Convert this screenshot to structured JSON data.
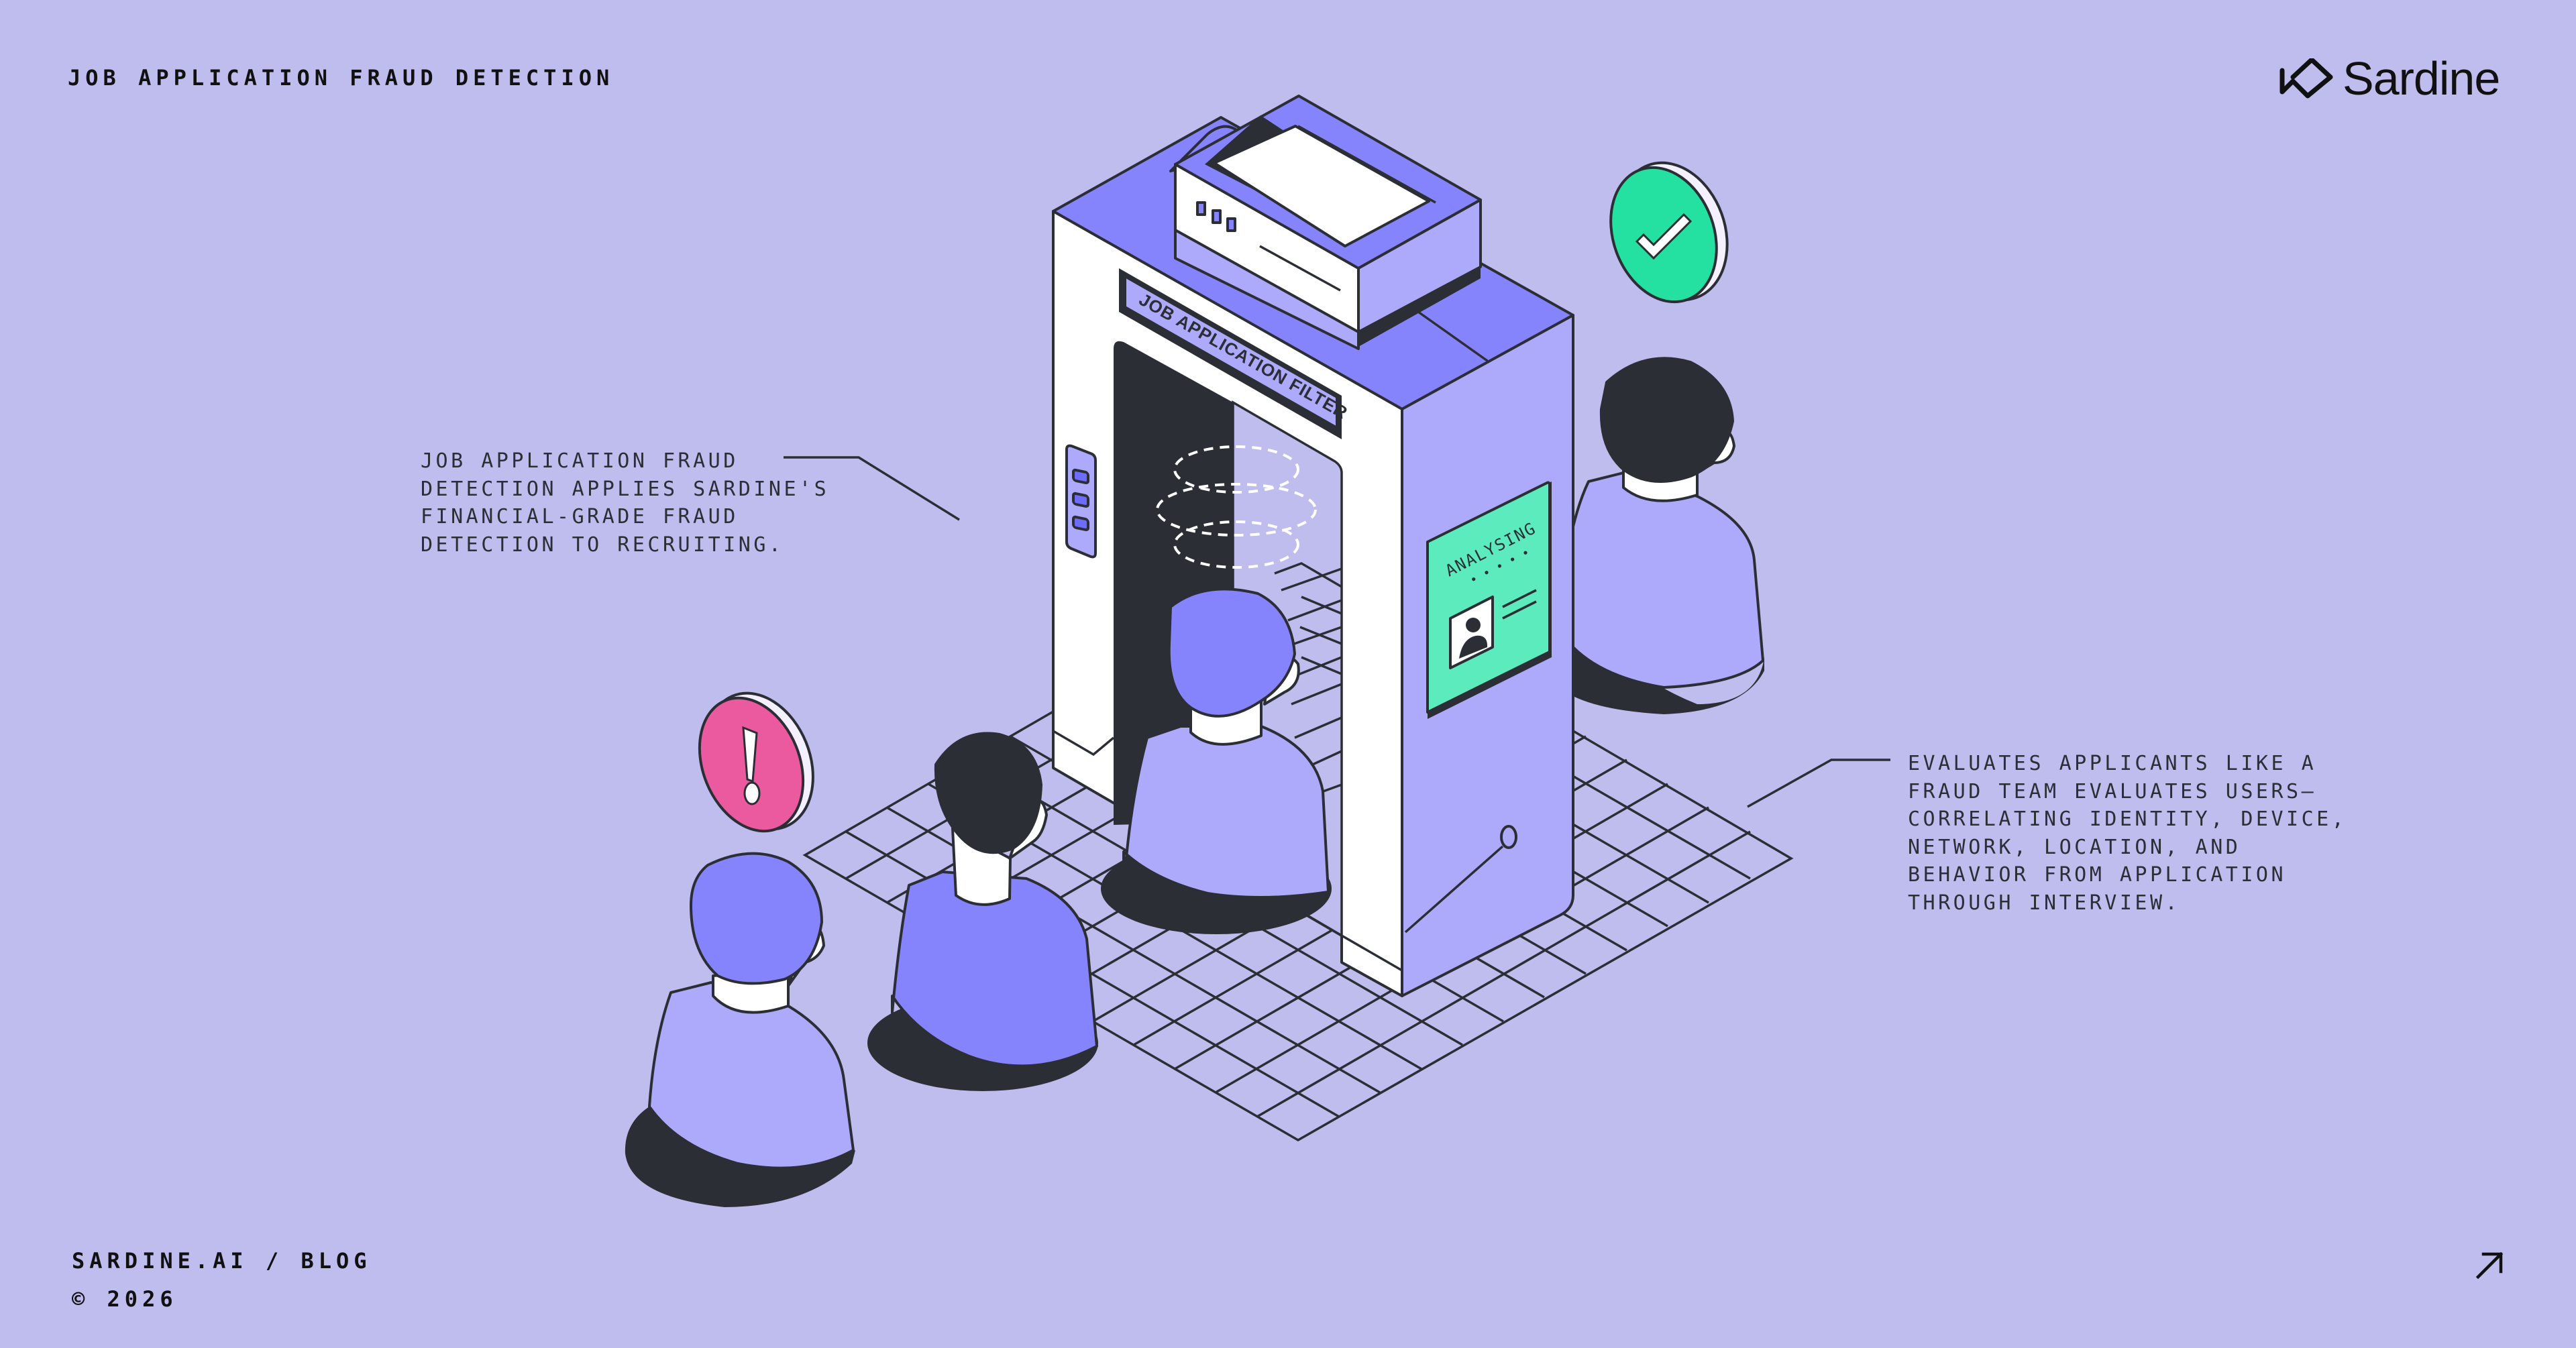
{
  "header": {
    "title": "JOB APPLICATION FRAUD DETECTION",
    "brand": "Sardine",
    "brand_icon": "sardine-logo-icon"
  },
  "captions": {
    "left": "JOB APPLICATION FRAUD\nDETECTION APPLIES SARDINE'S\nFINANCIAL-GRADE FRAUD\nDETECTION TO RECRUITING.",
    "right": "EVALUATES APPLICANTS LIKE A\nFRAUD TEAM EVALUATES USERS—\nCORRELATING IDENTITY, DEVICE,\nNETWORK, LOCATION, AND\nBEHAVIOR FROM APPLICATION\nTHROUGH INTERVIEW."
  },
  "illustration": {
    "booth_sign": "JOB APPLICATION FILTER",
    "screen_status": "ANALYSING",
    "screen_dots": "• • • • •",
    "approved_icon": "check-icon",
    "flagged_icon": "exclamation-icon",
    "colors": {
      "background": "#BFBCEE",
      "primary_purple": "#8684FC",
      "light_purple": "#ADAAFC",
      "dark": "#2C2E36",
      "green": "#24E0A1",
      "screen_green": "#5BEBBC",
      "pink": "#EB5A9E",
      "white": "#FFFFFF"
    }
  },
  "footer": {
    "link": "SARDINE.AI / BLOG",
    "copyright": "© 2026",
    "arrow_icon": "arrow-up-right-icon"
  }
}
